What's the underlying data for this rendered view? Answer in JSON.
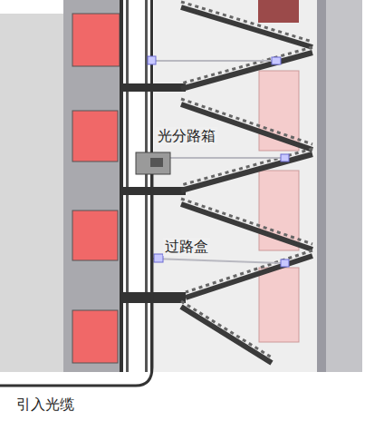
{
  "diagram": {
    "labels": [
      "光分路箱",
      "过路盒",
      "引入光缆"
    ]
  }
}
